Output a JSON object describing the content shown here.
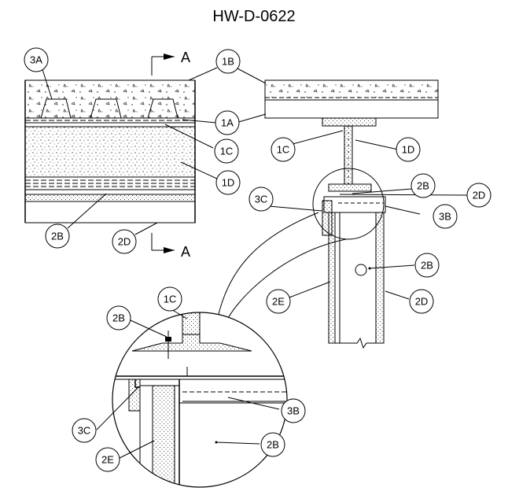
{
  "drawing_id": "HW-D-0622",
  "section_mark": "A",
  "callouts": {
    "c1A": "1A",
    "c1B": "1B",
    "c1C": "1C",
    "c1D": "1D",
    "c2B": "2B",
    "c2D": "2D",
    "c2E": "2E",
    "c3A": "3A",
    "c3B": "3B",
    "c3C": "3C"
  },
  "colors": {
    "line": "#000000",
    "paper": "#ffffff"
  }
}
